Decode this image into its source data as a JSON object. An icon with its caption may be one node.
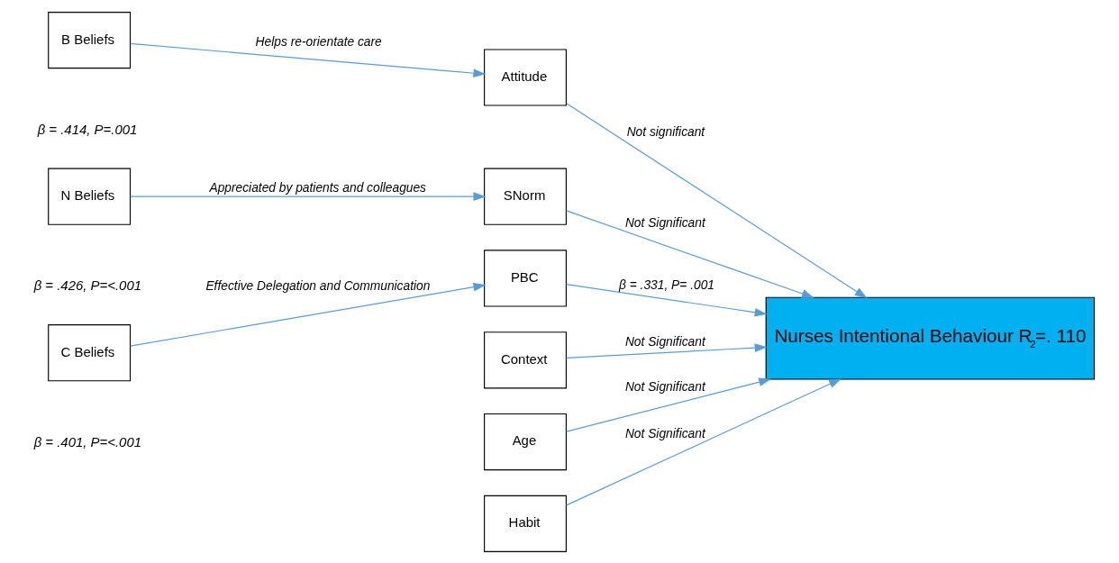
{
  "diagram": {
    "nodes": [
      {
        "text": [
          "B Beliefs"
        ]
      },
      {
        "text": [
          "Attitude"
        ]
      },
      {
        "text": [
          "N Beliefs"
        ]
      },
      {
        "text": [
          "SNorm"
        ]
      },
      {
        "text": [
          "C Beliefs"
        ]
      },
      {
        "text": [
          "PBC"
        ]
      },
      {
        "text": [
          "Context"
        ]
      },
      {
        "text": [
          "Age"
        ]
      },
      {
        "text": [
          "Nurses Intentional Behaviour R$_{2}$=. 110"
        ]
      },
      {
        "text": [
          "Habit"
        ]
      }
    ],
    "edges": [
      {
        "from": 0,
        "to": 1,
        "arrow": "to",
        "label": "Helps re-orientate care"
      },
      {
        "from": 2,
        "to": 3,
        "arrow": "to",
        "label": "Appreciated by patients and colleagues"
      },
      {
        "from": 4,
        "to": 5,
        "arrow": "to",
        "label": "Effective Delegation and Communication"
      },
      {
        "from": 1,
        "to": 8,
        "arrow": "to",
        "label": "Not significant"
      },
      {
        "from": 3,
        "to": 8,
        "arrow": "to",
        "label": "Not Significant"
      },
      {
        "from": 5,
        "to": 8,
        "arrow": "to",
        "label": "β = .331, P= .001"
      },
      {
        "from": 6,
        "to": 8,
        "arrow": "to",
        "label": "Not Significant"
      },
      {
        "from": 7,
        "to": 8,
        "arrow": "to",
        "label": "Not Significant"
      },
      {
        "from": 9,
        "to": 8,
        "arrow": "to",
        "label": "Not Significant"
      }
    ],
    "labels": [
      "β = .414, P=.001",
      "β = .426, P=<.001",
      "β = .401, P=<.001"
    ]
  }
}
